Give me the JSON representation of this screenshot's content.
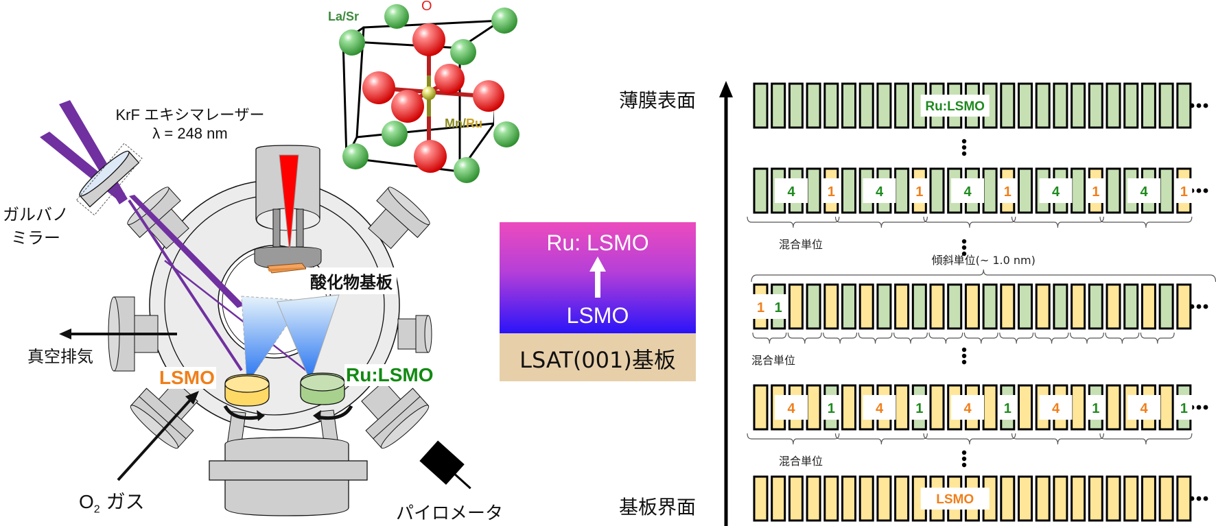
{
  "chamber": {
    "laser_label_line1": "KrF エキシマレーザー",
    "laser_label_line2": "λ = 248 nm",
    "mirror_label_line1": "ガルバノ",
    "mirror_label_line2": "ミラー",
    "substrate_label": "酸化物基板",
    "exhaust_label": "真空排気",
    "gas_label_o": "O",
    "gas_label_sub": "2",
    "gas_label_rest": " ガス",
    "pyrometer_label": "パイロメータ",
    "target_left_label": "LSMO",
    "target_right_label": "Ru:LSMO"
  },
  "crystal": {
    "a_site_label": "La/Sr",
    "o_label": "O",
    "b_site_label_mn": "Mn",
    "b_site_label_slash": "/",
    "b_site_label_ru": "Ru"
  },
  "stack": {
    "film_top": "Ru: LSMO",
    "film_bottom": "LSMO",
    "substrate": "LSAT(001)基板"
  },
  "layers": {
    "axis_top_label": "薄膜表面",
    "axis_bottom_label": "基板界面",
    "rows": [
      {
        "id": "ru-lsmo",
        "pattern": "G",
        "label": "Ru:LSMO",
        "label_color": "green"
      },
      {
        "id": "ru-rich-mix",
        "pattern": "GGGGY",
        "counts": [
          "4",
          "1"
        ],
        "mix_label": "混合単位"
      },
      {
        "id": "gradient",
        "pattern": "YG",
        "counts": [
          "1",
          "1"
        ],
        "mix_label": "混合単位",
        "tilt_label": "傾斜単位(~ 1.0 nm)"
      },
      {
        "id": "lsmo-rich-mix",
        "pattern": "YYYYG",
        "counts": [
          "4",
          "1"
        ],
        "mix_label": "混合単位"
      },
      {
        "id": "lsmo",
        "pattern": "Y",
        "label": "LSMO",
        "label_color": "orange"
      }
    ],
    "ellipsis": "•••"
  },
  "colors": {
    "green_fill": "#c6e0b4",
    "yellow_fill": "#ffe699",
    "green_text": "#1e8a1e",
    "orange_text": "#f07f1a",
    "laser_purple": "#7030a0",
    "substrate_orange": "#f4a460"
  }
}
